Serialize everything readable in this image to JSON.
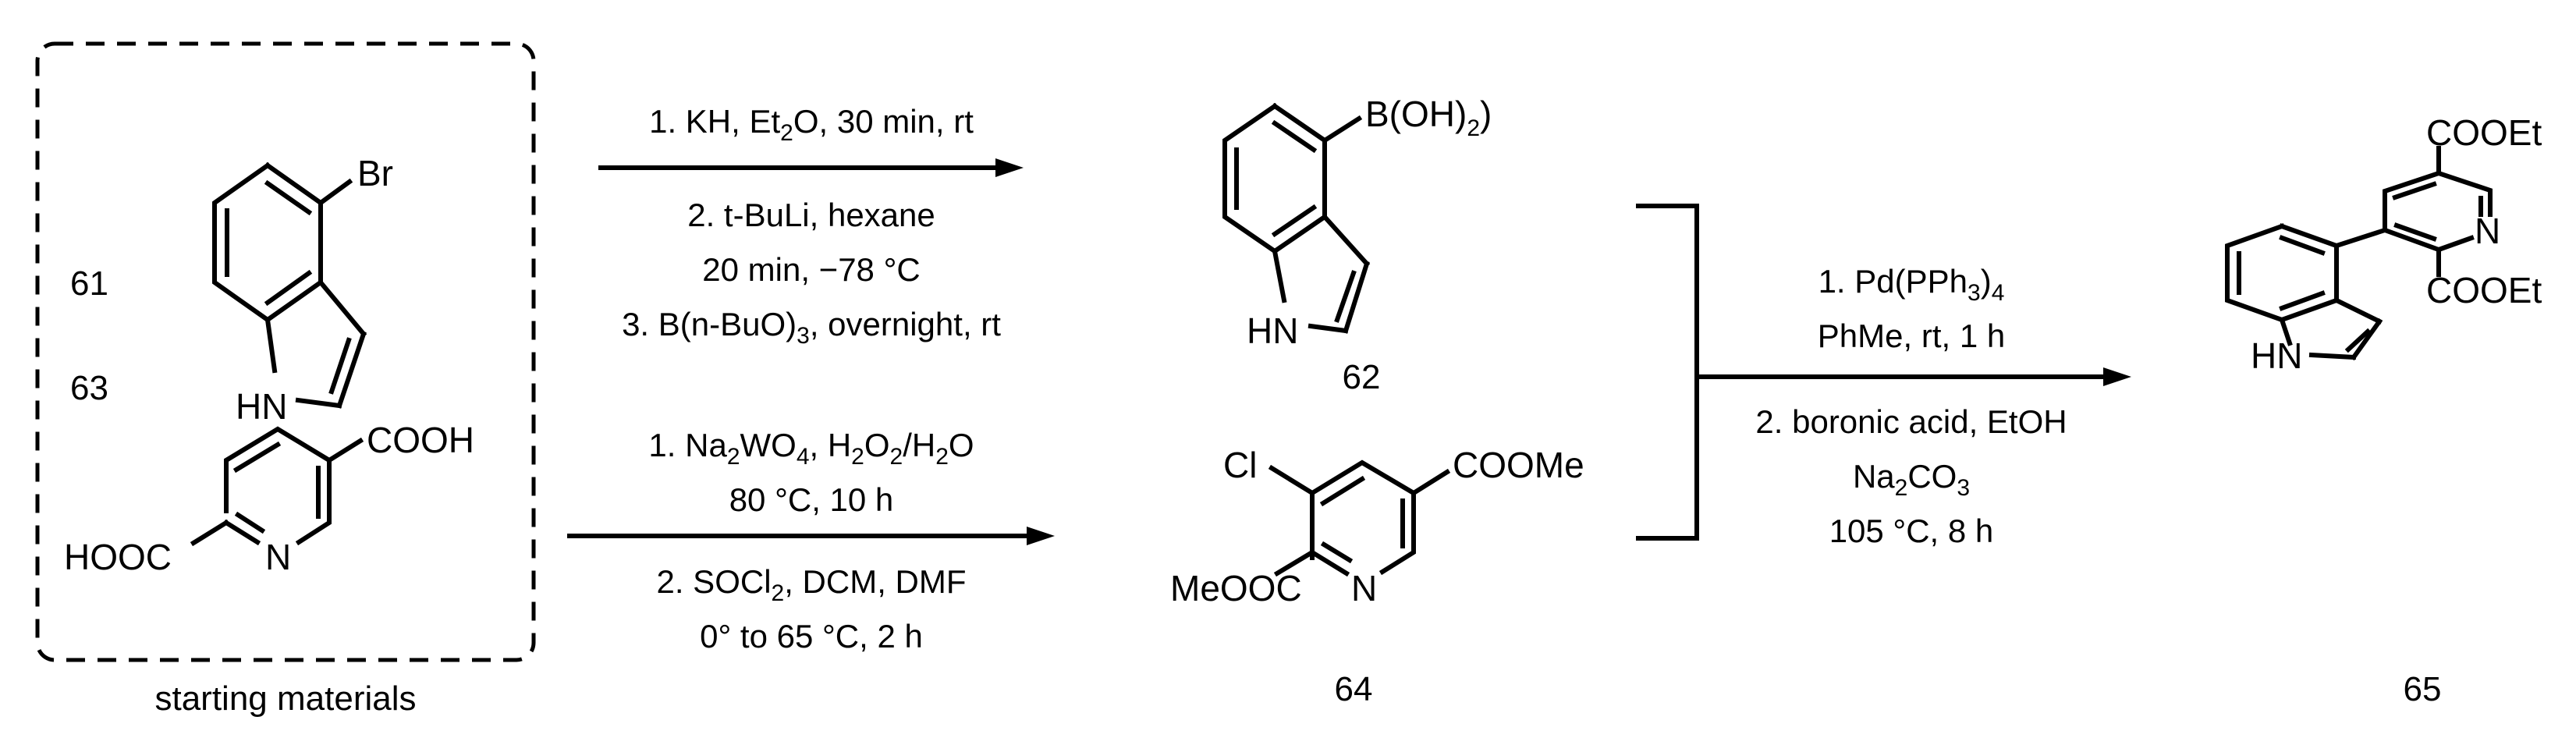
{
  "scheme": {
    "starting_materials_caption": "starting materials",
    "compounds": {
      "c61": {
        "number": "61",
        "substituent": "Br",
        "nh": "HN"
      },
      "c63": {
        "number": "63",
        "left_group": "HOOC",
        "right_group": "COOH",
        "ring_n": "N"
      },
      "c62": {
        "number": "62",
        "substituent_main": "B(OH)",
        "substituent_sub": "2",
        "nh": "HN"
      },
      "c64": {
        "number": "64",
        "cl": "Cl",
        "left_group": "MeOOC",
        "right_group": "COOMe",
        "ring_n": "N"
      },
      "c65": {
        "number": "65",
        "top_group": "COOEt",
        "bottom_group": "COOEt",
        "ring_n": "N",
        "nh": "HN"
      }
    },
    "arrow1": {
      "above": {
        "l1a": "1. KH, Et",
        "l1sub": "2",
        "l1b": "O, 30 min, rt"
      },
      "below": {
        "l2": "2. t-BuLi, hexane",
        "l3": "20 min, −78 °C",
        "l4a": "3. B(n-BuO)",
        "l4sub": "3",
        "l4b": ", overnight, rt"
      }
    },
    "arrow2": {
      "above": {
        "l1a": "1. Na",
        "s1": "2",
        "l1b": "WO",
        "s2": "4",
        "l1c": ", H",
        "s3": "2",
        "l1d": "O",
        "s4": "2",
        "l1e": "/H",
        "s5": "2",
        "l1f": "O",
        "l2": "80 °C, 10 h"
      },
      "below": {
        "l3a": "2. SOCl",
        "l3sub": "2",
        "l3b": ", DCM, DMF",
        "l4": "0° to 65 °C, 2 h"
      }
    },
    "arrow3": {
      "above": {
        "l1a": "1. Pd(PPh",
        "s1": "3",
        "l1b": ")",
        "s2": "4",
        "l2": "PhMe, rt, 1 h"
      },
      "below": {
        "l3": "2. boronic acid, EtOH",
        "l4a": "Na",
        "s3": "2",
        "l4b": "CO",
        "s4": "3",
        "l5": "105 °C, 8 h"
      }
    }
  }
}
